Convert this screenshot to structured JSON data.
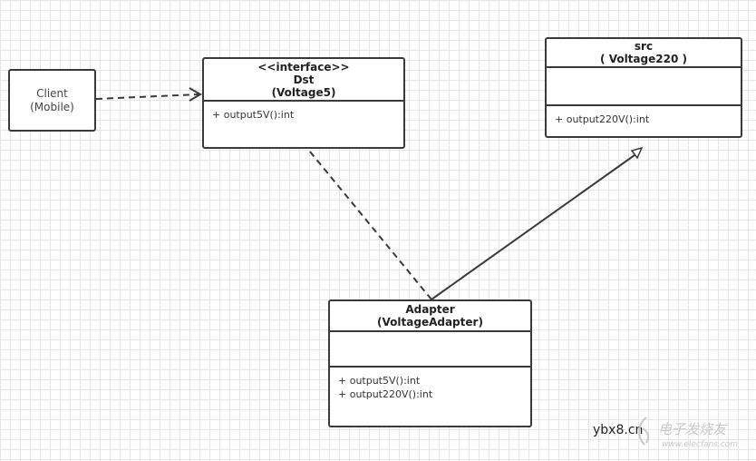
{
  "client": {
    "line1": "Client",
    "line2": "(Mobile)"
  },
  "dst": {
    "stereotype": "<<interface>>",
    "name": "Dst",
    "subtitle": "(Voltage5)",
    "operations": [
      "+ output5V():int"
    ]
  },
  "src": {
    "name": "src",
    "subtitle": "( Voltage220 )",
    "operations": [
      "+ output220V():int"
    ]
  },
  "adapter": {
    "name": "Adapter",
    "subtitle": "(VoltageAdapter)",
    "operations": [
      "+ output5V():int",
      "+ output220V():int"
    ]
  },
  "watermark": {
    "site": "ybx8.cn",
    "cn_text": "电子发烧友",
    "url": "www.elecfans.com"
  },
  "colors": {
    "line": "#3a3a3a",
    "grid": "#e6e6e6"
  }
}
